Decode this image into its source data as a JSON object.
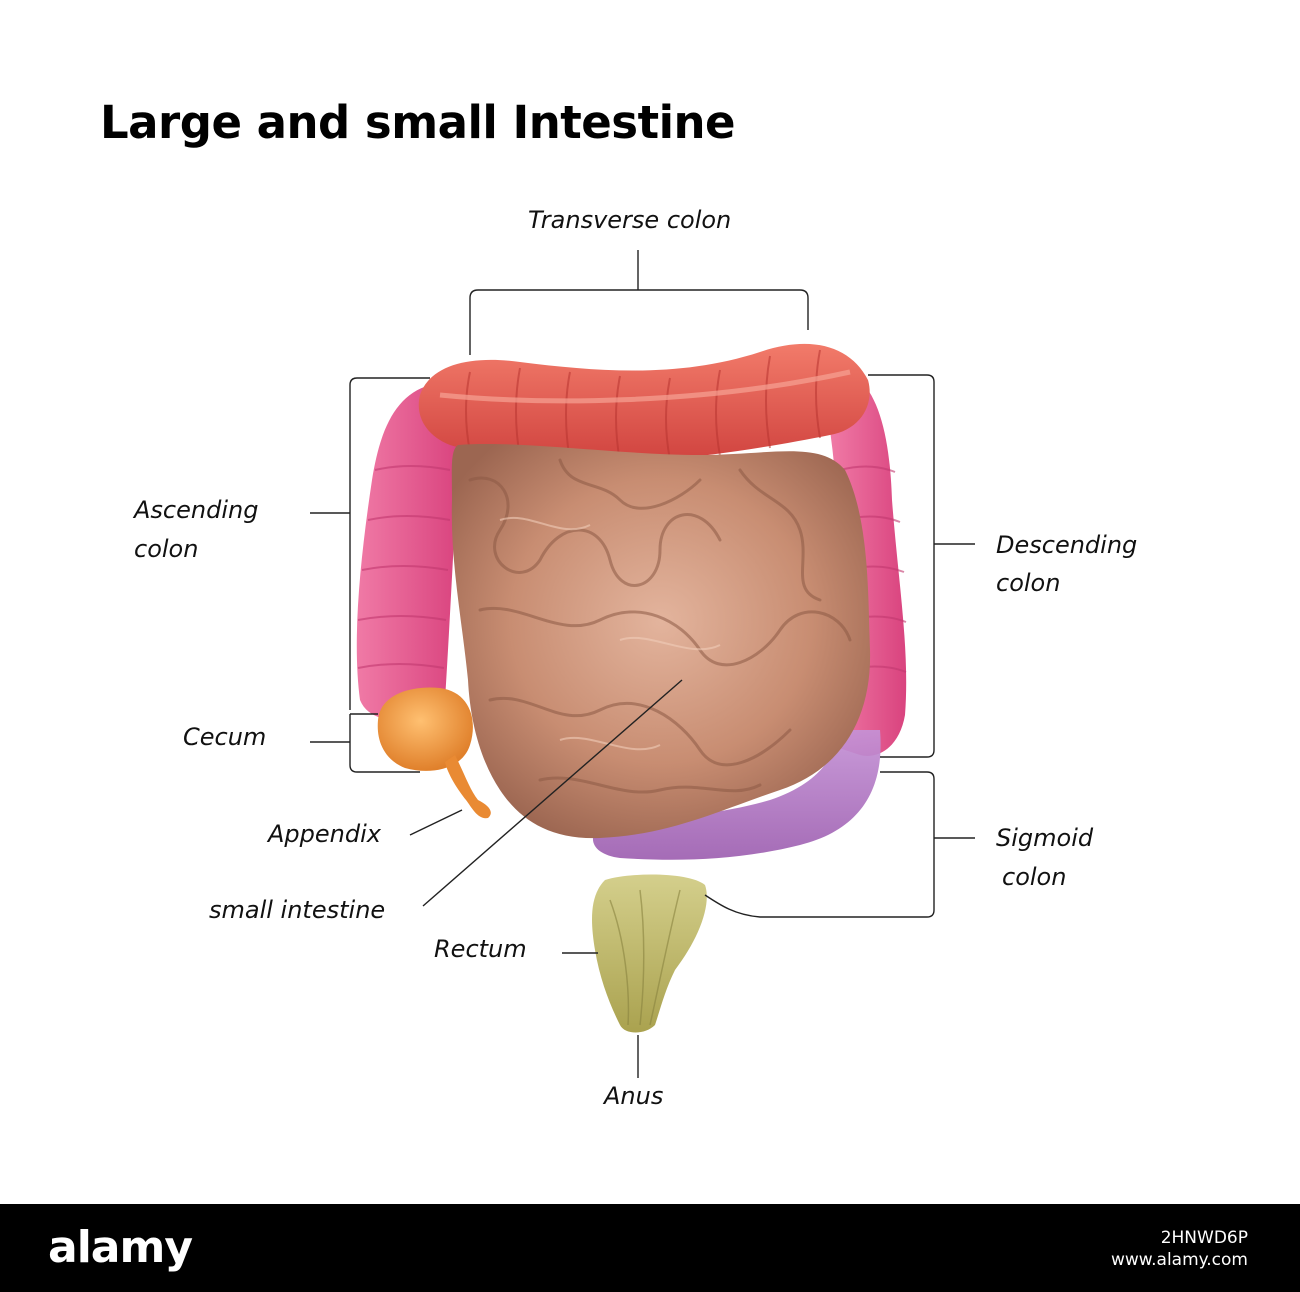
{
  "title": "Large and small Intestine",
  "labels": {
    "transverse_colon": "Transverse colon",
    "ascending_colon": [
      "Ascending",
      "colon"
    ],
    "descending_colon": [
      "Descending",
      "colon"
    ],
    "cecum": "Cecum",
    "appendix": "Appendix",
    "small_intestine": "small intestine",
    "sigmoid_colon": [
      "Sigmoid",
      "colon"
    ],
    "rectum": "Rectum",
    "anus": "Anus"
  },
  "watermark": {
    "brand": "alamy",
    "image_id": "2HNWD6P",
    "site": "www.alamy.com"
  },
  "colors": {
    "transverse_colon": "#e8574e",
    "ascending_colon": "#e7578f",
    "descending_colon": "#e7578f",
    "sigmoid_colon": "#b678c6",
    "cecum": "#f39a3c",
    "small_intestine": "#c88d72",
    "rectum": "#c7c27a",
    "leader_line": "#222222",
    "footer_bg": "#000000"
  },
  "icons": {
    "colon_model": "anatomical-render"
  }
}
